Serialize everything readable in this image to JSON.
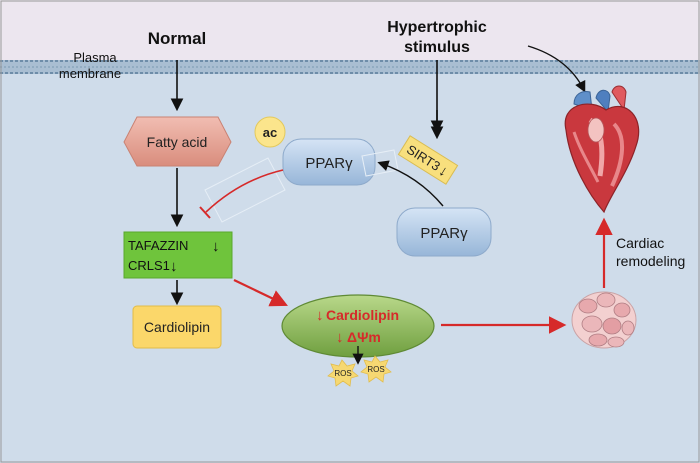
{
  "labels": {
    "normal": "Normal",
    "hypertrophic_line1": "Hypertrophic",
    "hypertrophic_line2": "stimulus",
    "plasma_line1": "Plasma",
    "plasma_line2": "membrane",
    "fatty_acid": "Fatty acid",
    "ac": "ac",
    "ppar_top": "PPARγ",
    "ppar_bottom": "PPARγ",
    "sirt3": "SIRT3",
    "tafazzin": "TAFAZZIN",
    "crls1": "CRLS1",
    "cardiolipin_box": "Cardiolipin",
    "mito_cardiolipin": "Cardiolipin",
    "mito_delta_psi": "ΔΨm",
    "ros_left": "ROS",
    "ros_right": "ROS",
    "cardiac_line1": "Cardiac",
    "cardiac_line2": "remodeling",
    "down_arrow": "↓"
  },
  "colors": {
    "background_top": "#ece6ef",
    "cytoplasm": "#cfdcea",
    "membrane": "#7d9bb6",
    "fatty_acid": "#e6a79a",
    "ppar": "#b9d0ea",
    "ac_badge": "#fbe58c",
    "sirt3": "#f8df7d",
    "green_box": "#6fc43c",
    "cardiolipin_box": "#fbd76a",
    "mito": "#8fbf5a",
    "ros": "#f6d872",
    "red_accent": "#d62a2a"
  }
}
